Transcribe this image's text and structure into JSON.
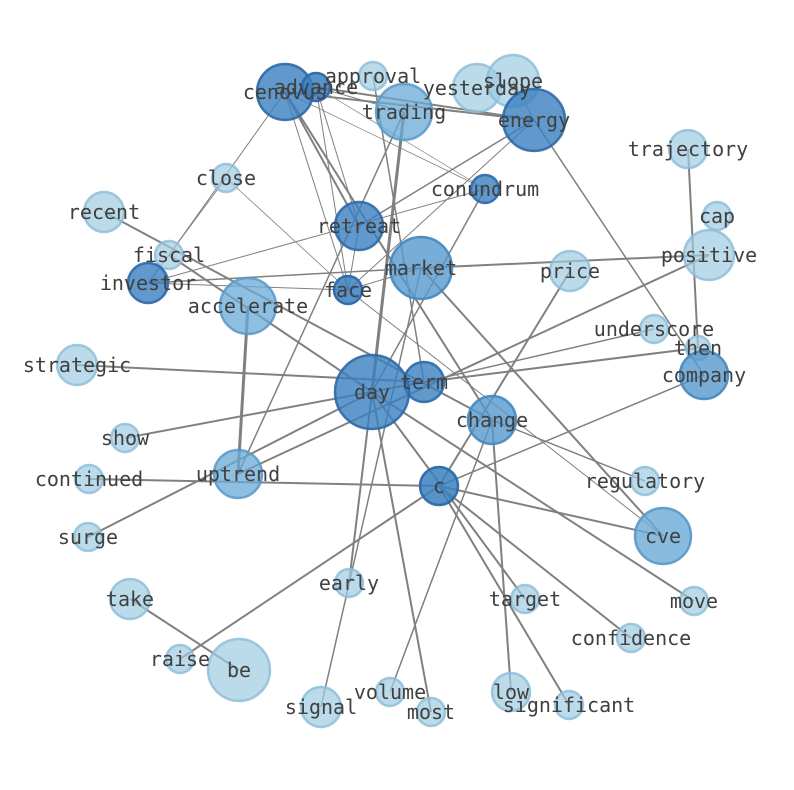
{
  "graph": {
    "type": "network",
    "colors": {
      "edge": "#808080",
      "label": "#404040"
    },
    "nodes": [
      {
        "id": "cenovus",
        "label": "cenovus",
        "size": 28,
        "fill": "#3a7fc0",
        "stroke": "#2c69a8",
        "opacity": 0.8
      },
      {
        "id": "advance",
        "label": "advance",
        "size": 14,
        "fill": "#3a7fc0",
        "stroke": "#2c69a8",
        "opacity": 0.85
      },
      {
        "id": "approval",
        "label": "approval",
        "size": 14,
        "fill": "#9ecae1",
        "stroke": "#8bbcd8",
        "opacity": 0.7
      },
      {
        "id": "yesterday",
        "label": "yesterday",
        "size": 24,
        "fill": "#9ecae1",
        "stroke": "#8bbcd8",
        "opacity": 0.7
      },
      {
        "id": "slope",
        "label": "slope",
        "size": 26,
        "fill": "#9ecae1",
        "stroke": "#8bbcd8",
        "opacity": 0.7
      },
      {
        "id": "trading",
        "label": "trading",
        "size": 28,
        "fill": "#6aaad6",
        "stroke": "#5898c8",
        "opacity": 0.75
      },
      {
        "id": "energy",
        "label": "energy",
        "size": 31,
        "fill": "#3a7fc0",
        "stroke": "#2c69a8",
        "opacity": 0.8
      },
      {
        "id": "trajectory",
        "label": "trajectory",
        "size": 19,
        "fill": "#9ecae1",
        "stroke": "#8bbcd8",
        "opacity": 0.7
      },
      {
        "id": "close",
        "label": "close",
        "size": 14,
        "fill": "#9ecae1",
        "stroke": "#8bbcd8",
        "opacity": 0.7
      },
      {
        "id": "conundrum",
        "label": "conundrum",
        "size": 14,
        "fill": "#3a7fc0",
        "stroke": "#2c69a8",
        "opacity": 0.8
      },
      {
        "id": "recent",
        "label": "recent",
        "size": 20,
        "fill": "#9ecae1",
        "stroke": "#8bbcd8",
        "opacity": 0.7
      },
      {
        "id": "cap",
        "label": "cap",
        "size": 14,
        "fill": "#9ecae1",
        "stroke": "#8bbcd8",
        "opacity": 0.7
      },
      {
        "id": "retreat",
        "label": "retreat",
        "size": 24,
        "fill": "#3a7fc0",
        "stroke": "#2c69a8",
        "opacity": 0.8
      },
      {
        "id": "fiscal",
        "label": "fiscal",
        "size": 14,
        "fill": "#9ecae1",
        "stroke": "#8bbcd8",
        "opacity": 0.7
      },
      {
        "id": "positive",
        "label": "positive",
        "size": 25,
        "fill": "#9ecae1",
        "stroke": "#8bbcd8",
        "opacity": 0.7
      },
      {
        "id": "market",
        "label": "market",
        "size": 31,
        "fill": "#5598cc",
        "stroke": "#4487bf",
        "opacity": 0.8
      },
      {
        "id": "price",
        "label": "price",
        "size": 20,
        "fill": "#9ecae1",
        "stroke": "#8bbcd8",
        "opacity": 0.7
      },
      {
        "id": "investor",
        "label": "investor",
        "size": 20,
        "fill": "#3a7fc0",
        "stroke": "#2c69a8",
        "opacity": 0.8
      },
      {
        "id": "face",
        "label": "face",
        "size": 14,
        "fill": "#3a7fc0",
        "stroke": "#2c69a8",
        "opacity": 0.85
      },
      {
        "id": "accelerate",
        "label": "accelerate",
        "size": 28,
        "fill": "#6aaad6",
        "stroke": "#5898c8",
        "opacity": 0.75
      },
      {
        "id": "underscore",
        "label": "underscore",
        "size": 14,
        "fill": "#9ecae1",
        "stroke": "#8bbcd8",
        "opacity": 0.7
      },
      {
        "id": "then",
        "label": "then",
        "size": 12,
        "fill": "#9ecae1",
        "stroke": "#8bbcd8",
        "opacity": 0.7
      },
      {
        "id": "strategic",
        "label": "strategic",
        "size": 20,
        "fill": "#9ecae1",
        "stroke": "#8bbcd8",
        "opacity": 0.7
      },
      {
        "id": "company",
        "label": "company",
        "size": 24,
        "fill": "#5598cc",
        "stroke": "#4487bf",
        "opacity": 0.8
      },
      {
        "id": "term",
        "label": "term",
        "size": 20,
        "fill": "#3a7fc0",
        "stroke": "#2c69a8",
        "opacity": 0.8
      },
      {
        "id": "day",
        "label": "day",
        "size": 37,
        "fill": "#3a7fc0",
        "stroke": "#2c69a8",
        "opacity": 0.8
      },
      {
        "id": "change",
        "label": "change",
        "size": 24,
        "fill": "#5598cc",
        "stroke": "#4487bf",
        "opacity": 0.8
      },
      {
        "id": "show",
        "label": "show",
        "size": 14,
        "fill": "#9ecae1",
        "stroke": "#8bbcd8",
        "opacity": 0.7
      },
      {
        "id": "continued",
        "label": "continued",
        "size": 14,
        "fill": "#9ecae1",
        "stroke": "#8bbcd8",
        "opacity": 0.7
      },
      {
        "id": "uptrend",
        "label": "uptrend",
        "size": 24,
        "fill": "#6aaad6",
        "stroke": "#5898c8",
        "opacity": 0.75
      },
      {
        "id": "c",
        "label": "c",
        "size": 19,
        "fill": "#3a7fc0",
        "stroke": "#2c69a8",
        "opacity": 0.85
      },
      {
        "id": "regulatory",
        "label": "regulatory",
        "size": 14,
        "fill": "#9ecae1",
        "stroke": "#8bbcd8",
        "opacity": 0.7
      },
      {
        "id": "cve",
        "label": "cve",
        "size": 28,
        "fill": "#6aaad6",
        "stroke": "#5898c8",
        "opacity": 0.8
      },
      {
        "id": "surge",
        "label": "surge",
        "size": 14,
        "fill": "#9ecae1",
        "stroke": "#8bbcd8",
        "opacity": 0.7
      },
      {
        "id": "early",
        "label": "early",
        "size": 14,
        "fill": "#9ecae1",
        "stroke": "#8bbcd8",
        "opacity": 0.7
      },
      {
        "id": "target",
        "label": "target",
        "size": 14,
        "fill": "#9ecae1",
        "stroke": "#8bbcd8",
        "opacity": 0.7
      },
      {
        "id": "take",
        "label": "take",
        "size": 20,
        "fill": "#9ecae1",
        "stroke": "#8bbcd8",
        "opacity": 0.7
      },
      {
        "id": "move",
        "label": "move",
        "size": 14,
        "fill": "#9ecae1",
        "stroke": "#8bbcd8",
        "opacity": 0.7
      },
      {
        "id": "confidence",
        "label": "confidence",
        "size": 14,
        "fill": "#9ecae1",
        "stroke": "#8bbcd8",
        "opacity": 0.7
      },
      {
        "id": "raise",
        "label": "raise",
        "size": 14,
        "fill": "#9ecae1",
        "stroke": "#8bbcd8",
        "opacity": 0.7
      },
      {
        "id": "be",
        "label": "be",
        "size": 31,
        "fill": "#9ecae1",
        "stroke": "#8bbcd8",
        "opacity": 0.7
      },
      {
        "id": "volume",
        "label": "volume",
        "size": 14,
        "fill": "#9ecae1",
        "stroke": "#8bbcd8",
        "opacity": 0.7
      },
      {
        "id": "low",
        "label": "low",
        "size": 19,
        "fill": "#9ecae1",
        "stroke": "#8bbcd8",
        "opacity": 0.7
      },
      {
        "id": "signal",
        "label": "signal",
        "size": 20,
        "fill": "#9ecae1",
        "stroke": "#8bbcd8",
        "opacity": 0.7
      },
      {
        "id": "significant",
        "label": "significant",
        "size": 14,
        "fill": "#9ecae1",
        "stroke": "#8bbcd8",
        "opacity": 0.7
      },
      {
        "id": "most",
        "label": "most",
        "size": 14,
        "fill": "#9ecae1",
        "stroke": "#8bbcd8",
        "opacity": 0.7
      }
    ],
    "edges": [
      {
        "source": "cenovus",
        "target": "energy",
        "weight": 2
      },
      {
        "source": "cenovus",
        "target": "retreat",
        "weight": 2
      },
      {
        "source": "cenovus",
        "target": "change",
        "weight": 2
      },
      {
        "source": "cenovus",
        "target": "fiscal",
        "weight": 1
      },
      {
        "source": "cenovus",
        "target": "face",
        "weight": 1
      },
      {
        "source": "cenovus",
        "target": "conundrum",
        "weight": 0.7
      },
      {
        "source": "advance",
        "target": "energy",
        "weight": 2
      },
      {
        "source": "advance",
        "target": "retreat",
        "weight": 1
      },
      {
        "source": "advance",
        "target": "face",
        "weight": 1
      },
      {
        "source": "advance",
        "target": "conundrum",
        "weight": 0.7
      },
      {
        "source": "advance",
        "target": "trading",
        "weight": 1
      },
      {
        "source": "approval",
        "target": "term",
        "weight": 1.5
      },
      {
        "source": "trading",
        "target": "day",
        "weight": 3
      },
      {
        "source": "trading",
        "target": "uptrend",
        "weight": 1.5
      },
      {
        "source": "energy",
        "target": "retreat",
        "weight": 1.5
      },
      {
        "source": "energy",
        "target": "face",
        "weight": 1
      },
      {
        "source": "energy",
        "target": "company",
        "weight": 1.5
      },
      {
        "source": "energy",
        "target": "slope",
        "weight": 1
      },
      {
        "source": "trajectory",
        "target": "then",
        "weight": 2
      },
      {
        "source": "close",
        "target": "face",
        "weight": 0.8
      },
      {
        "source": "close",
        "target": "investor",
        "weight": 1
      },
      {
        "source": "conundrum",
        "target": "day",
        "weight": 1.5
      },
      {
        "source": "conundrum",
        "target": "investor",
        "weight": 1
      },
      {
        "source": "recent",
        "target": "change",
        "weight": 2
      },
      {
        "source": "retreat",
        "target": "face",
        "weight": 1
      },
      {
        "source": "fiscal",
        "target": "day",
        "weight": 2
      },
      {
        "source": "investor",
        "target": "face",
        "weight": 1
      },
      {
        "source": "face",
        "target": "market",
        "weight": 1
      },
      {
        "source": "face",
        "target": "cve",
        "weight": 1
      },
      {
        "source": "market",
        "target": "positive",
        "weight": 2
      },
      {
        "source": "market",
        "target": "investor",
        "weight": 1.5
      },
      {
        "source": "market",
        "target": "cve",
        "weight": 2
      },
      {
        "source": "market",
        "target": "signal",
        "weight": 1.5
      },
      {
        "source": "price",
        "target": "c",
        "weight": 2
      },
      {
        "source": "accelerate",
        "target": "uptrend",
        "weight": 3
      },
      {
        "source": "underscore",
        "target": "term",
        "weight": 1.5
      },
      {
        "source": "strategic",
        "target": "term",
        "weight": 2
      },
      {
        "source": "company",
        "target": "c",
        "weight": 1.5
      },
      {
        "source": "term",
        "target": "then",
        "weight": 2
      },
      {
        "source": "term",
        "target": "show",
        "weight": 2
      },
      {
        "source": "day",
        "target": "surge",
        "weight": 2
      },
      {
        "source": "day",
        "target": "early",
        "weight": 2
      },
      {
        "source": "day",
        "target": "most",
        "weight": 2
      },
      {
        "source": "day",
        "target": "move",
        "weight": 2
      },
      {
        "source": "day",
        "target": "target",
        "weight": 2
      },
      {
        "source": "change",
        "target": "regulatory",
        "weight": 1.5
      },
      {
        "source": "change",
        "target": "volume",
        "weight": 1.5
      },
      {
        "source": "change",
        "target": "low",
        "weight": 2
      },
      {
        "source": "uptrend",
        "target": "positive",
        "weight": 2
      },
      {
        "source": "continued",
        "target": "c",
        "weight": 2
      },
      {
        "source": "c",
        "target": "cve",
        "weight": 2
      },
      {
        "source": "c",
        "target": "confidence",
        "weight": 2
      },
      {
        "source": "c",
        "target": "significant",
        "weight": 2
      },
      {
        "source": "c",
        "target": "raise",
        "weight": 2
      },
      {
        "source": "take",
        "target": "be",
        "weight": 2
      }
    ]
  }
}
